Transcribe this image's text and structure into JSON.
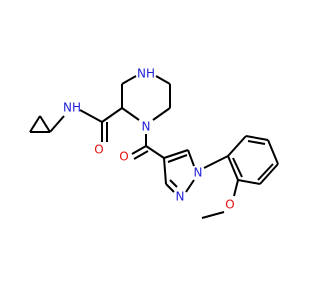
{
  "molecule": {
    "atoms": {
      "piperazine_nh": "NH",
      "amide_nh": "NH",
      "amide_o": "O",
      "piperazine_n1": "N",
      "carbonyl_o": "O",
      "pyrazole_n1": "N",
      "pyrazole_n2": "N",
      "methoxy_o": "O"
    }
  },
  "colors": {
    "nitrogen": "#1f1fd8",
    "oxygen": "#e01010",
    "bond": "#000000",
    "background": "#ffffff"
  }
}
